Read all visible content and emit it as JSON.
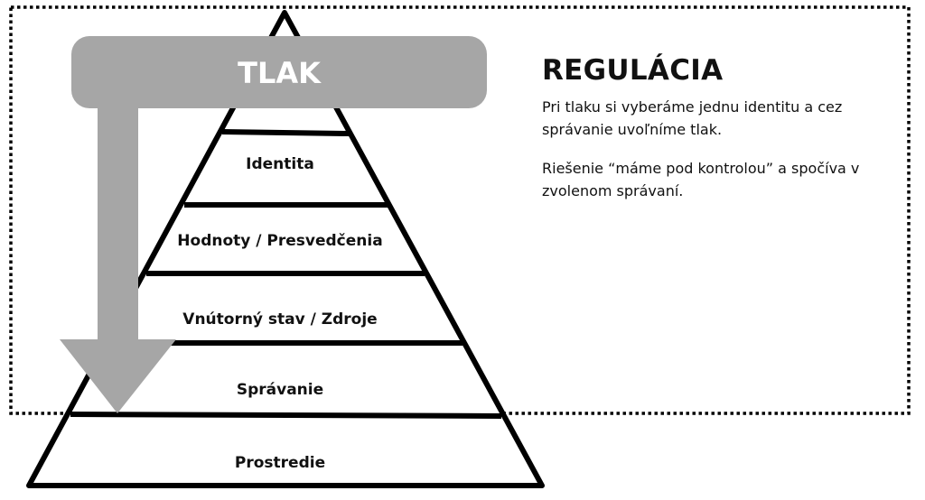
{
  "diagram": {
    "pressure_label": "TLAK",
    "levels": [
      {
        "label": "Identita"
      },
      {
        "label": "Hodnoty / Presvedčenia"
      },
      {
        "label": "Vnútorný stav / Zdroje"
      },
      {
        "label": "Správanie"
      },
      {
        "label": "Prostredie"
      }
    ],
    "colors": {
      "pressure": "#a6a6a6",
      "outline": "#000000",
      "text": "#111111"
    }
  },
  "side_panel": {
    "title": "REGULÁCIA",
    "paragraphs": [
      "Pri tlaku si vyberáme jednu identitu a cez správanie uvoľníme tlak.",
      "Riešenie “máme pod kontrolou” a spočíva v zvolenom správaní."
    ]
  }
}
